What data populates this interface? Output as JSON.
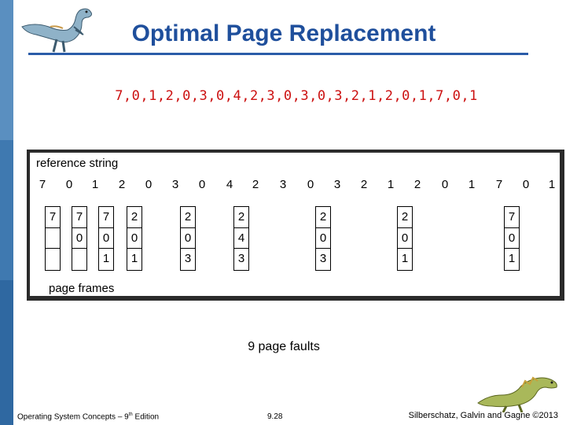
{
  "slide": {
    "title": "Optimal Page Replacement",
    "reference_string_text": "7,0,1,2,0,3,0,4,2,3,0,3,0,3,2,1,2,0,1,7,0,1"
  },
  "diagram": {
    "reference_label": "reference string",
    "frames_label": "page frames",
    "reference": [
      "7",
      "0",
      "1",
      "2",
      "0",
      "3",
      "0",
      "4",
      "2",
      "3",
      "0",
      "3",
      "2",
      "1",
      "2",
      "0",
      "1",
      "7",
      "0",
      "1"
    ],
    "frames": [
      [
        "7",
        "",
        ""
      ],
      [
        "7",
        "0",
        ""
      ],
      [
        "7",
        "0",
        "1"
      ],
      [
        "2",
        "0",
        "1"
      ],
      [
        "2",
        "0",
        "3"
      ],
      [
        "2",
        "4",
        "3"
      ],
      [
        "2",
        "0",
        "3"
      ],
      [
        "2",
        "0",
        "1"
      ],
      [
        "7",
        "0",
        "1"
      ]
    ]
  },
  "summary": {
    "faults_text": "9 page faults"
  },
  "footer": {
    "book_prefix": "Operating System Concepts – 9",
    "book_sup": "th",
    "book_suffix": " Edition",
    "page": "9.28",
    "copyright": "Silberschatz, Galvin and Gagne ©2013"
  },
  "colors": {
    "title": "#1f4f9c",
    "reference_string": "#cc1111",
    "sidebar": "#3f79b0"
  },
  "icons": {
    "top_logo": "dinosaur-icon",
    "bottom_logo": "dinosaur-icon"
  }
}
